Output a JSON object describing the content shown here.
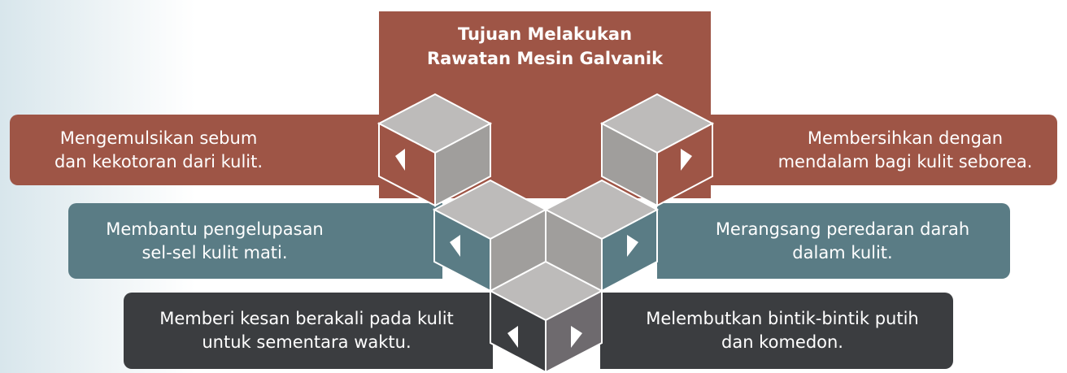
{
  "title": {
    "line1": "Tujuan Melakukan",
    "line2": "Rawatan Mesin Galvanik"
  },
  "items": [
    {
      "line1": "Mengemulsikan sebum",
      "line2": "dan kekotoran dari kulit."
    },
    {
      "line1": "Membersihkan dengan",
      "line2": "mendalam bagi kulit seborea."
    },
    {
      "line1": "Membantu pengelupasan",
      "line2": "sel-sel kulit mati."
    },
    {
      "line1": "Merangsang peredaran darah",
      "line2": "dalam kulit."
    },
    {
      "line1": "Memberi kesan berakali pada kulit",
      "line2": "untuk sementara waktu."
    },
    {
      "line1": "Melembutkan bintik-bintik putih",
      "line2": "dan komedon."
    }
  ],
  "colors": {
    "red": "#9e5546",
    "teal": "#5a7c85",
    "dark": "#3b3d40",
    "cube_top": "#bdbbba",
    "cube_left": "#b0aeac",
    "cube_right": "#9f9d9b"
  }
}
